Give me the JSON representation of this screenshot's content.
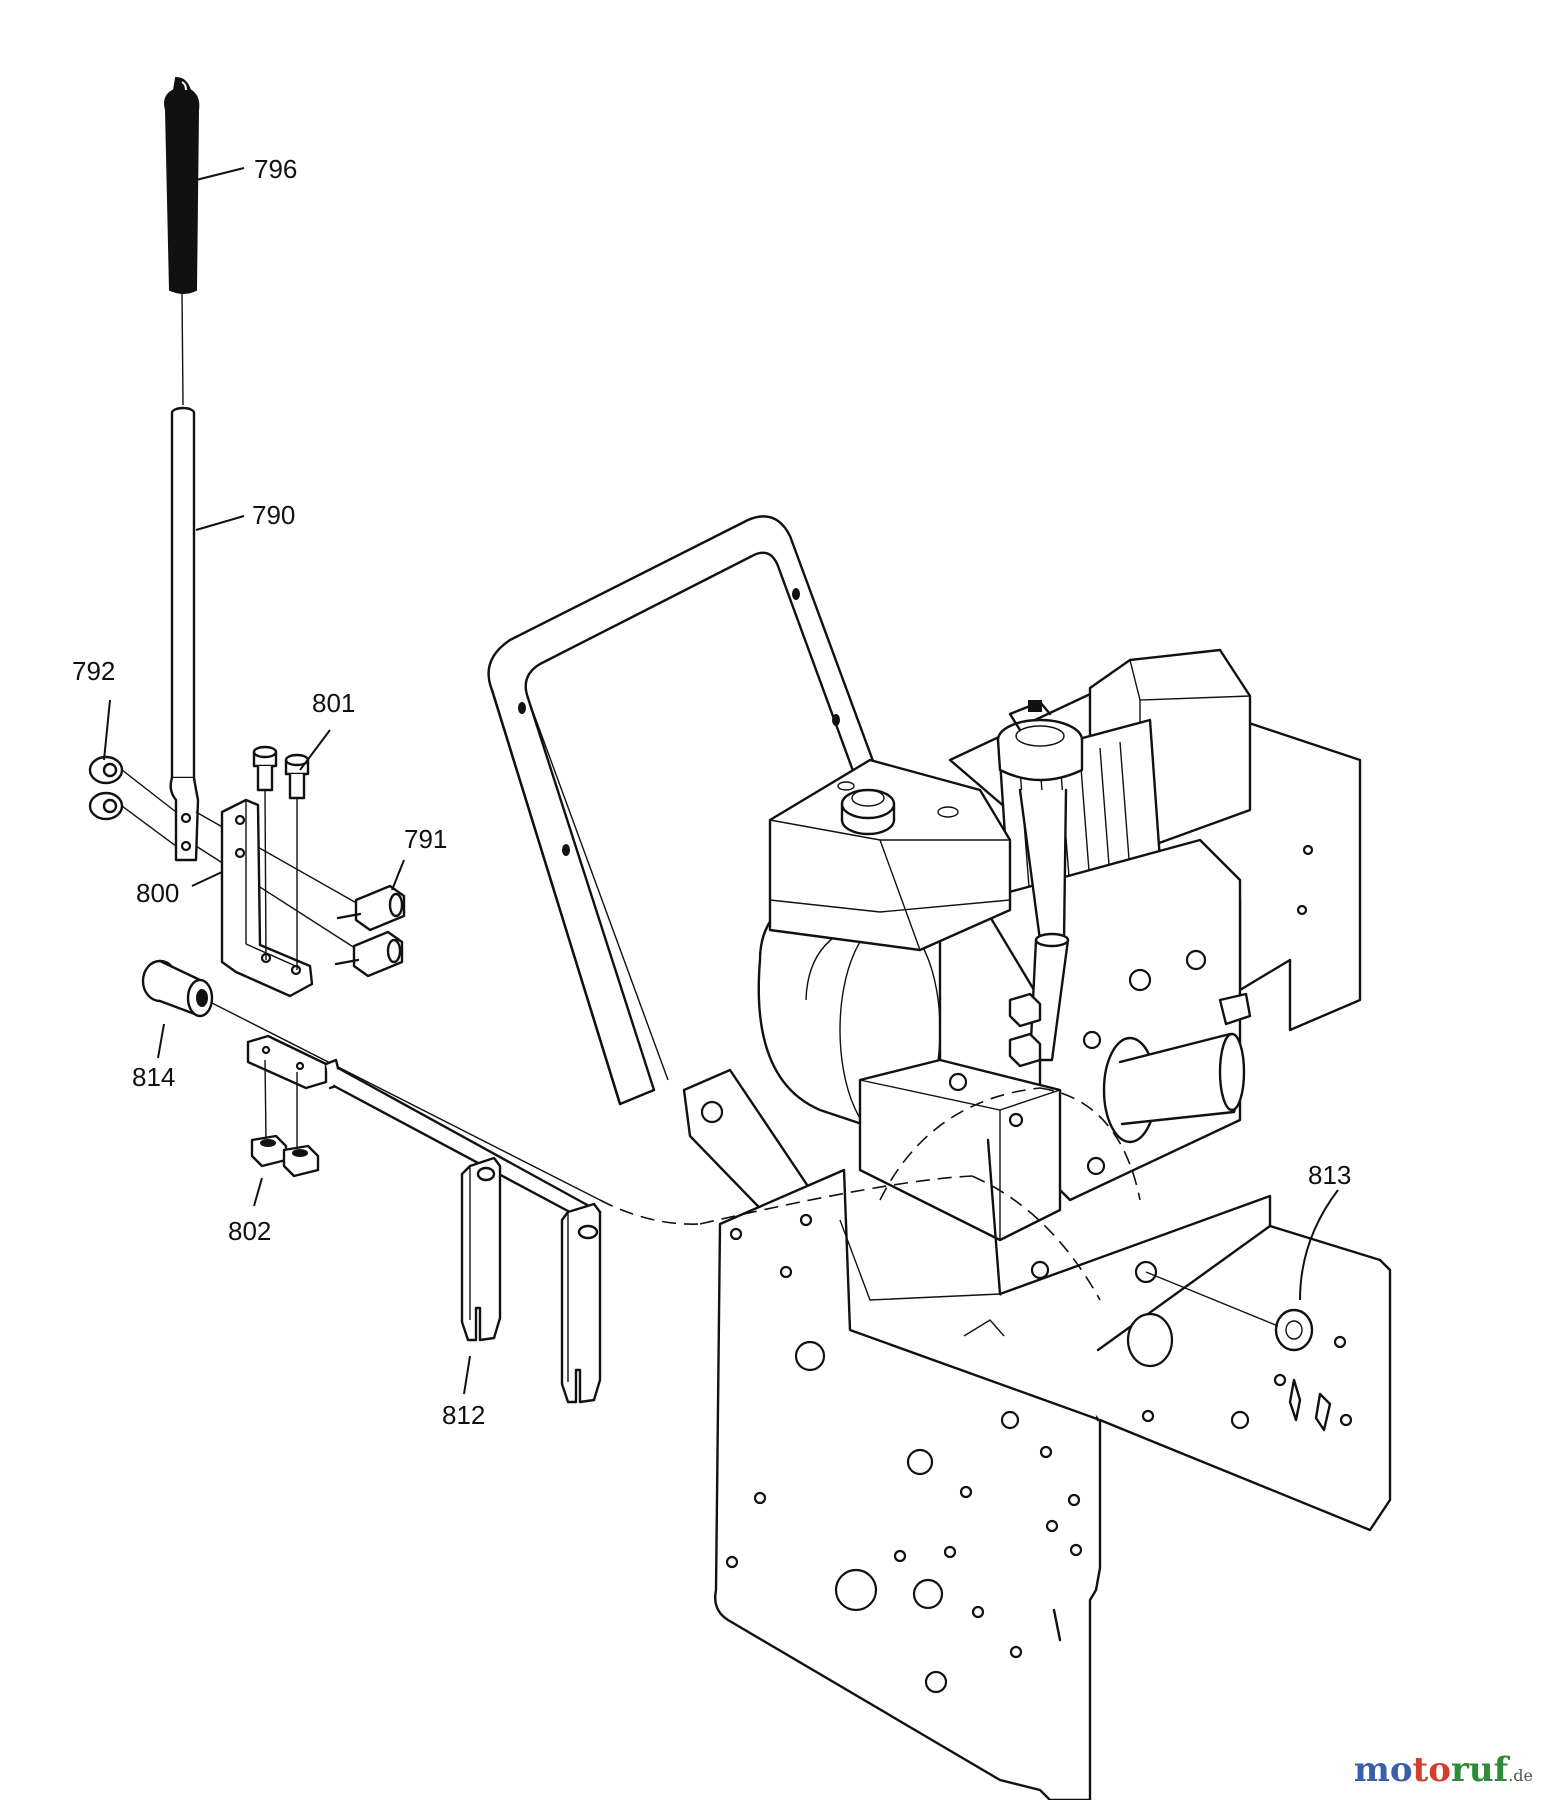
{
  "diagram": {
    "part_labels": {
      "p796": "796",
      "p790": "790",
      "p792": "792",
      "p801": "801",
      "p791": "791",
      "p800": "800",
      "p814": "814",
      "p802": "802",
      "p812": "812",
      "p813": "813"
    }
  },
  "watermark": {
    "text_m1": "mo",
    "text_m2": "to",
    "text_m3": "ruf",
    "suffix": ".de",
    "colors": [
      "#3a5fa8",
      "#d13f2c",
      "#2f8a3a"
    ]
  }
}
